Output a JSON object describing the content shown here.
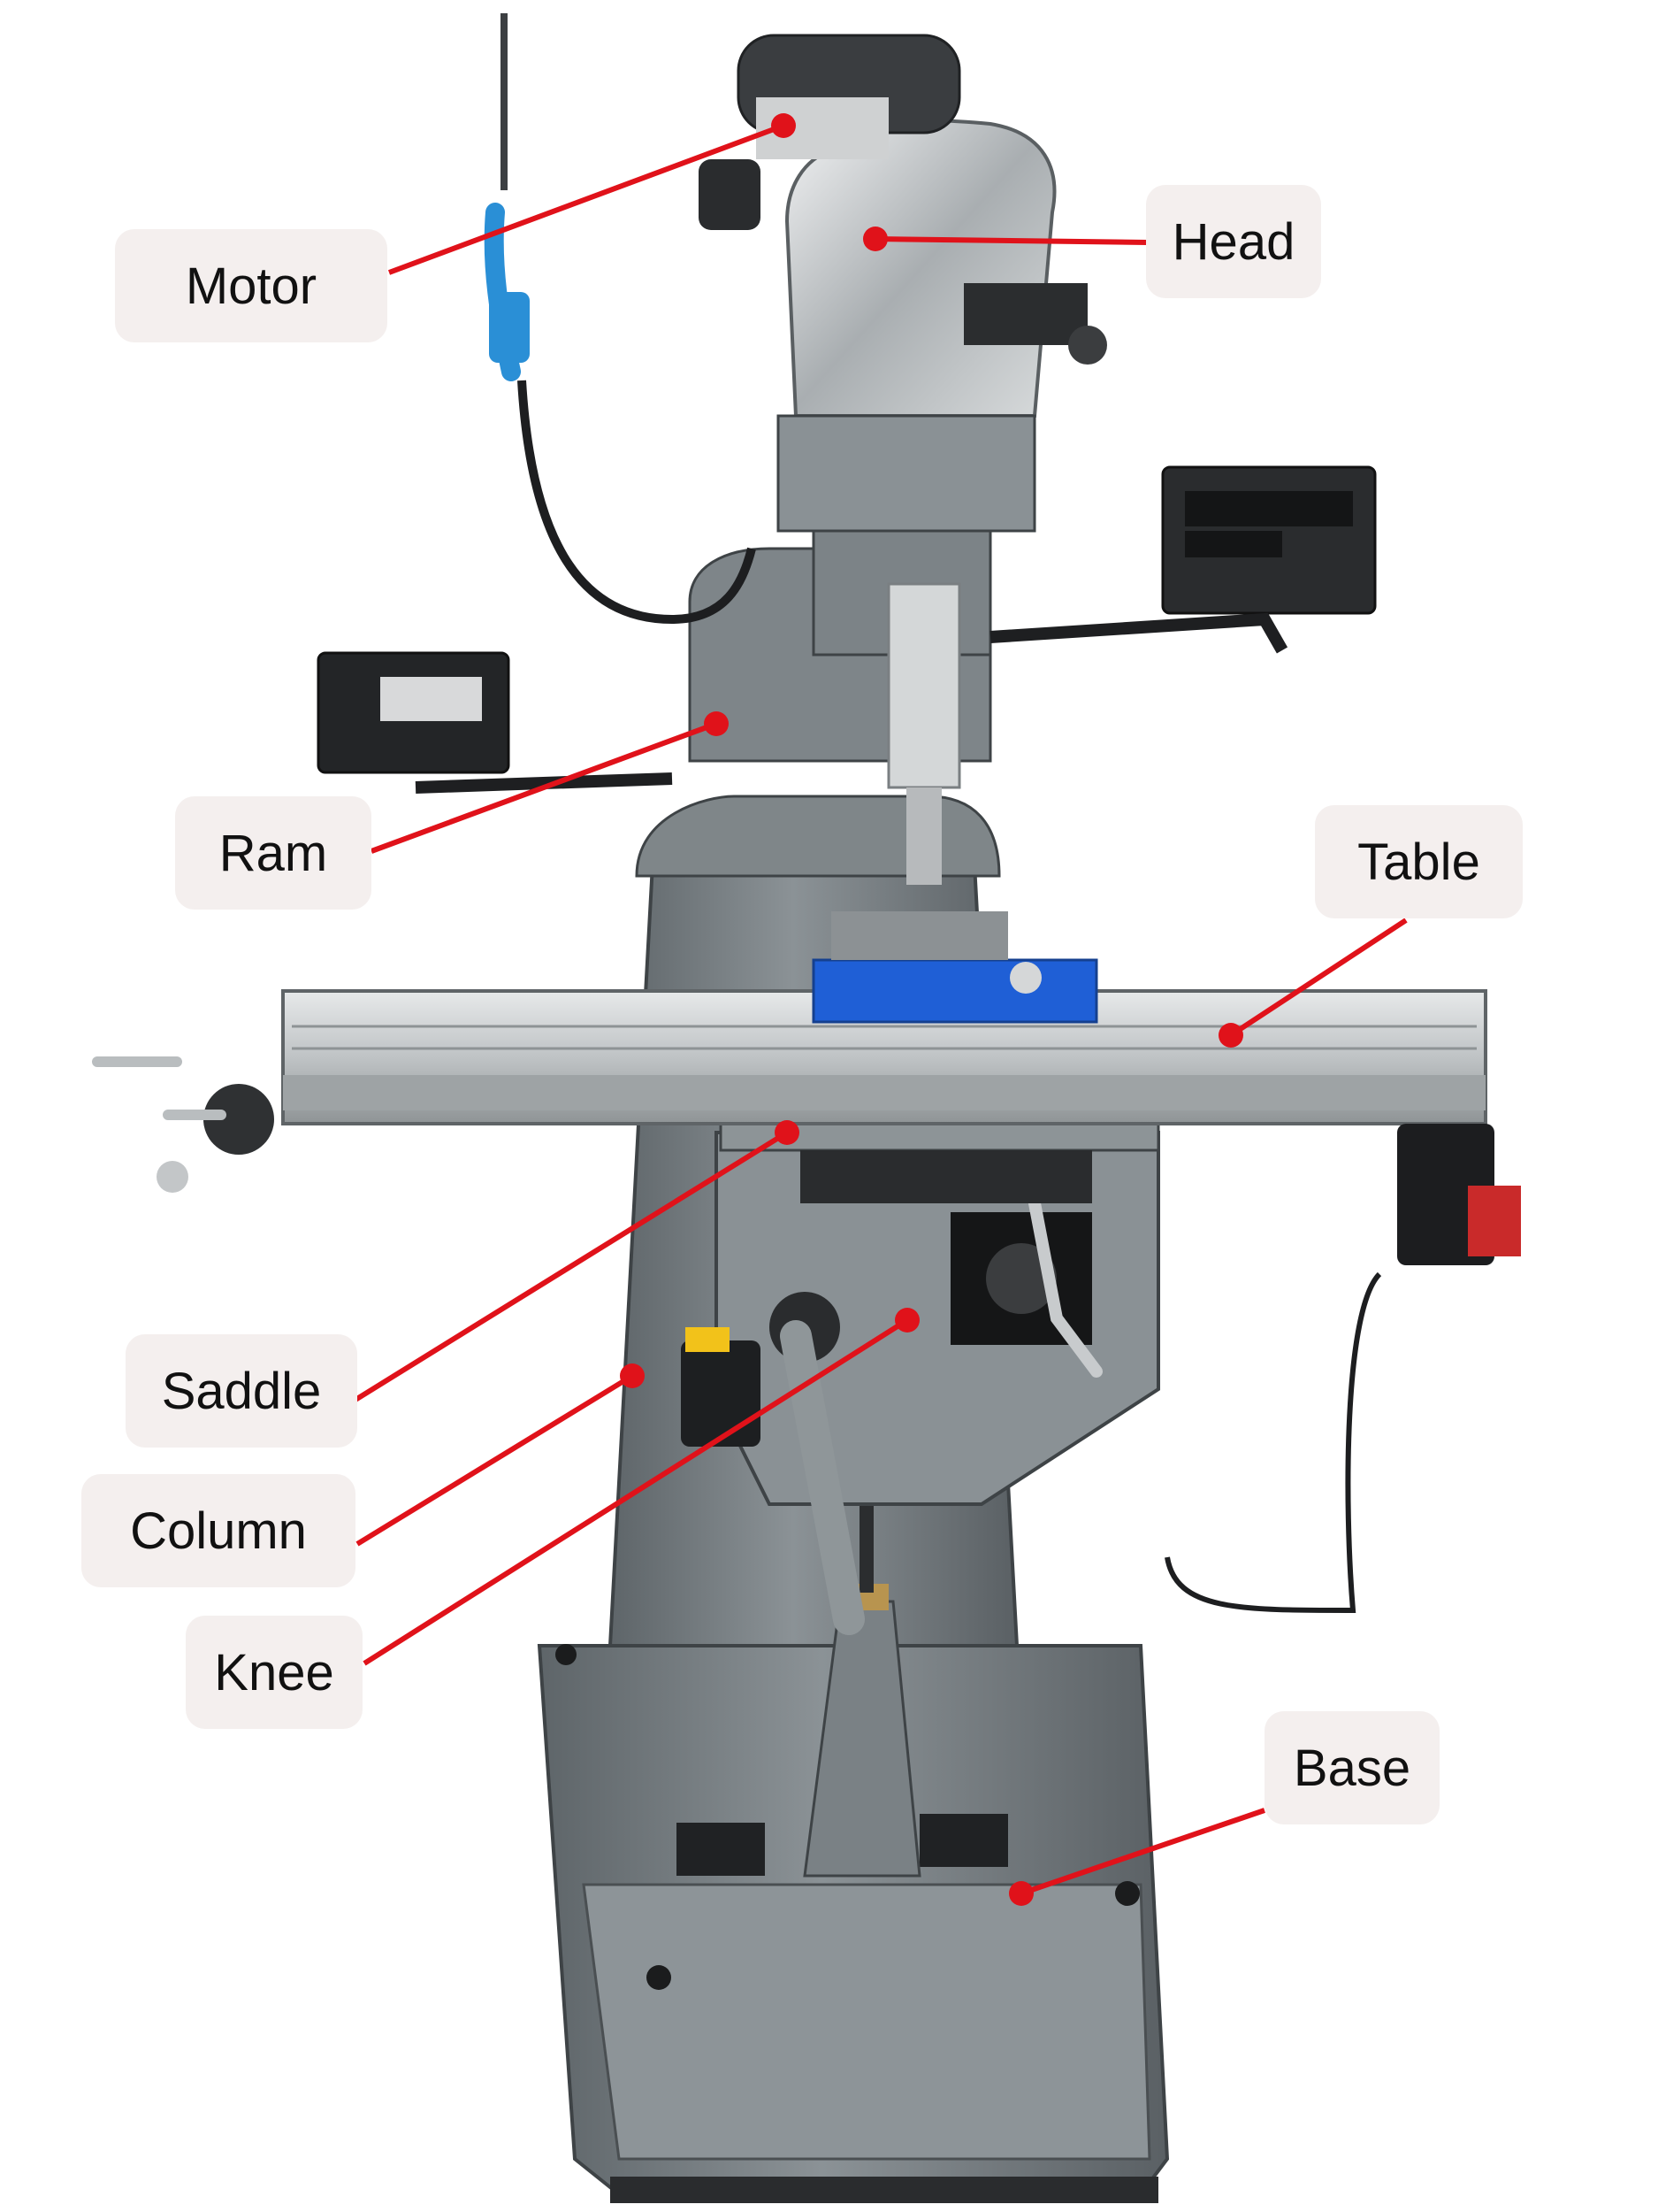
{
  "labels": {
    "motor": "Motor",
    "head": "Head",
    "ram": "Ram",
    "table": "Table",
    "saddle": "Saddle",
    "column": "Column",
    "knee": "Knee",
    "base": "Base"
  },
  "colors": {
    "leader": "#e0121a",
    "label_bg": "#f4efee",
    "machine_gray": "#7d8488",
    "machine_dark": "#3b3f42",
    "steel": "#c9ccce",
    "vise_blue": "#1f5fd6",
    "cable_blue": "#2a8fd6"
  }
}
